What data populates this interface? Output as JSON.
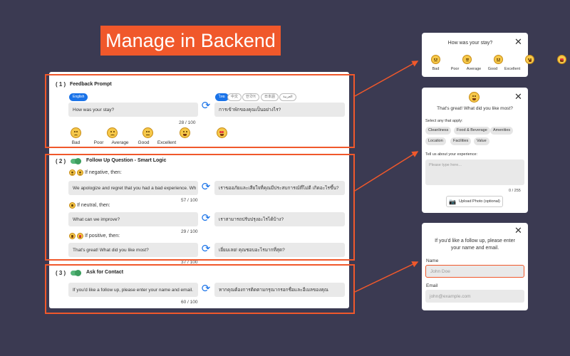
{
  "banner": "Manage in Backend",
  "section1": {
    "num": "( 1 )",
    "title": "Feedback Prompt",
    "lang_left": "English",
    "langs_right": [
      "ไทย",
      "中文",
      "한국어",
      "日本語",
      "العربية"
    ],
    "text_en": "How was your stay?",
    "text_th": "การเข้าพักของคุณเป็นอย่างไร?",
    "count": "28 / 100",
    "ratings": [
      "Bad",
      "Poor",
      "Average",
      "Good",
      "Excellent"
    ]
  },
  "section2": {
    "num": "( 2 )",
    "title": "Follow Up Question - Smart Logic",
    "negative_label": "If negative, then:",
    "negative_en": "We apologize and regret that you had a bad experience. Wh",
    "negative_th": "เราขออภัยและเสียใจที่คุณมีประสบการณ์ที่ไม่ดี เกิดอะไรขึ้น?",
    "negative_count": "57 / 100",
    "neutral_label": "If neutral, then:",
    "neutral_en": "What can we improve?",
    "neutral_th": "เราสามารถปรับปรุงอะไรได้บ้าง?",
    "neutral_count": "29 / 100",
    "positive_label": "If positive, then:",
    "positive_en": "That's great! What did you like most?",
    "positive_th": "เยี่ยมเลย! คุณชอบอะไรมากที่สุด?",
    "positive_count": "37 / 100"
  },
  "section3": {
    "num": "( 3 )",
    "title": "Ask for Contact",
    "text_en": "If you'd like a follow up, please enter your name and email.",
    "text_th": "หากคุณต้องการติดตามกรุณากรอกชื่อและอีเมลของคุณ",
    "count": "60 / 100"
  },
  "panel1": {
    "title": "How was your stay?",
    "ratings": [
      "Bad",
      "Poor",
      "Average",
      "Good",
      "Excellent"
    ]
  },
  "panel2": {
    "title": "That's great! What did you like most?",
    "select_label": "Select any that apply:",
    "tags": [
      "Cleanliness",
      "Food & Beverage",
      "Amenities",
      "Location",
      "Facilities",
      "Value"
    ],
    "tell_label": "Tell us about your experience:",
    "placeholder": "Please type here...",
    "count": "0 / 255",
    "upload": "Upload Photo (optional)"
  },
  "panel3": {
    "title_line1": "If you'd like a follow up, please enter",
    "title_line2": "your name and email.",
    "name_label": "Name",
    "name_placeholder": "John Doe",
    "email_label": "Email",
    "email_placeholder": "john@example.com"
  },
  "colors": {
    "accent": "#f0582b",
    "background": "#3b3a52",
    "sync": "#1a73e8",
    "toggle": "#57b67a"
  }
}
